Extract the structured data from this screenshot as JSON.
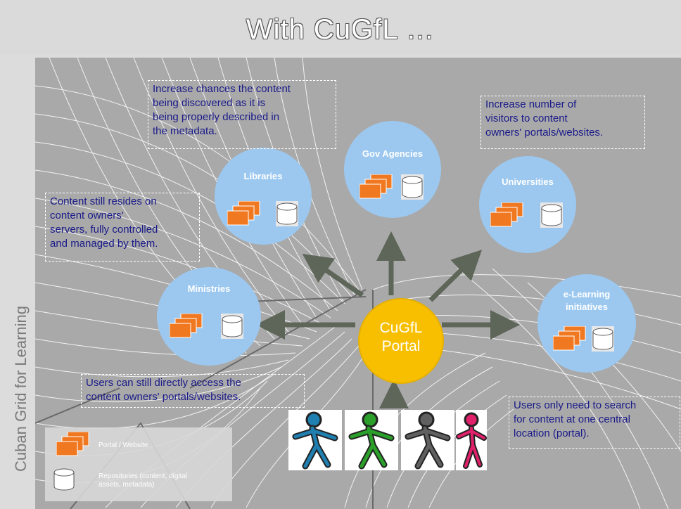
{
  "slide": {
    "title": "With CuGfL …",
    "side_label": "Cuban Grid for Learning"
  },
  "hub": {
    "line1": "CuGfL",
    "line2": "Portal"
  },
  "nodes": {
    "gov": {
      "label": "Gov Agencies"
    },
    "libraries": {
      "label": "Libraries"
    },
    "universities": {
      "label": "Universities"
    },
    "ministries": {
      "label": "Ministries"
    },
    "elearning": {
      "line1": "e-Learning",
      "line2": "initiatives"
    }
  },
  "notes": {
    "discovery": [
      "Increase chances the content",
      "being discovered as it is",
      "being properly described in",
      "the metadata."
    ],
    "visitors": [
      "Increase number of",
      "visitors to content",
      "owners' portals/websites."
    ],
    "resides": [
      "Content still resides on",
      "content owners'",
      "servers, fully controlled",
      "and managed by them."
    ],
    "direct": [
      "Users can still directly access the",
      "content owners' portals/websites."
    ],
    "search": [
      "Users only need to search",
      "for content at one central",
      "location (portal)."
    ]
  },
  "legend": {
    "portal_label": "Portal / Website",
    "repo_line1": "Repositories (content, digital",
    "repo_line2": "assets, metadata)"
  },
  "colors": {
    "node_fill": "#9cc8f0",
    "hub_fill": "#f7bf00",
    "portal_icon": "#f07820",
    "arrow": "#5e6659",
    "note_text": "#1a1a8a",
    "people": [
      "#1e7fb0",
      "#2aa02a",
      "#606060",
      "#e0206a"
    ]
  }
}
